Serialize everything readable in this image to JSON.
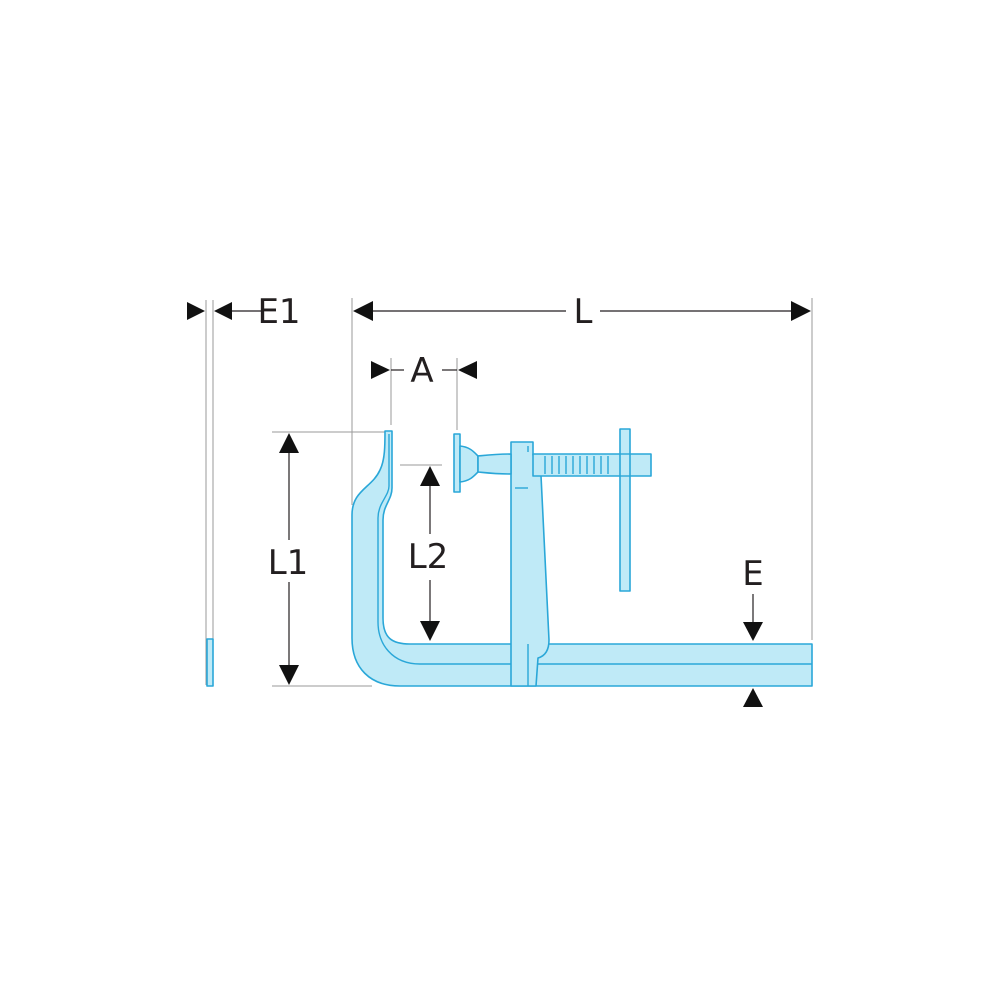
{
  "labels": {
    "e1": "E1",
    "l": "L",
    "a": "A",
    "l1": "L1",
    "l2": "L2",
    "e": "E"
  },
  "colors": {
    "part_fill": "#bfeaf7",
    "part_stroke": "#2aa7d8",
    "dimension_ink": "#231f20"
  }
}
